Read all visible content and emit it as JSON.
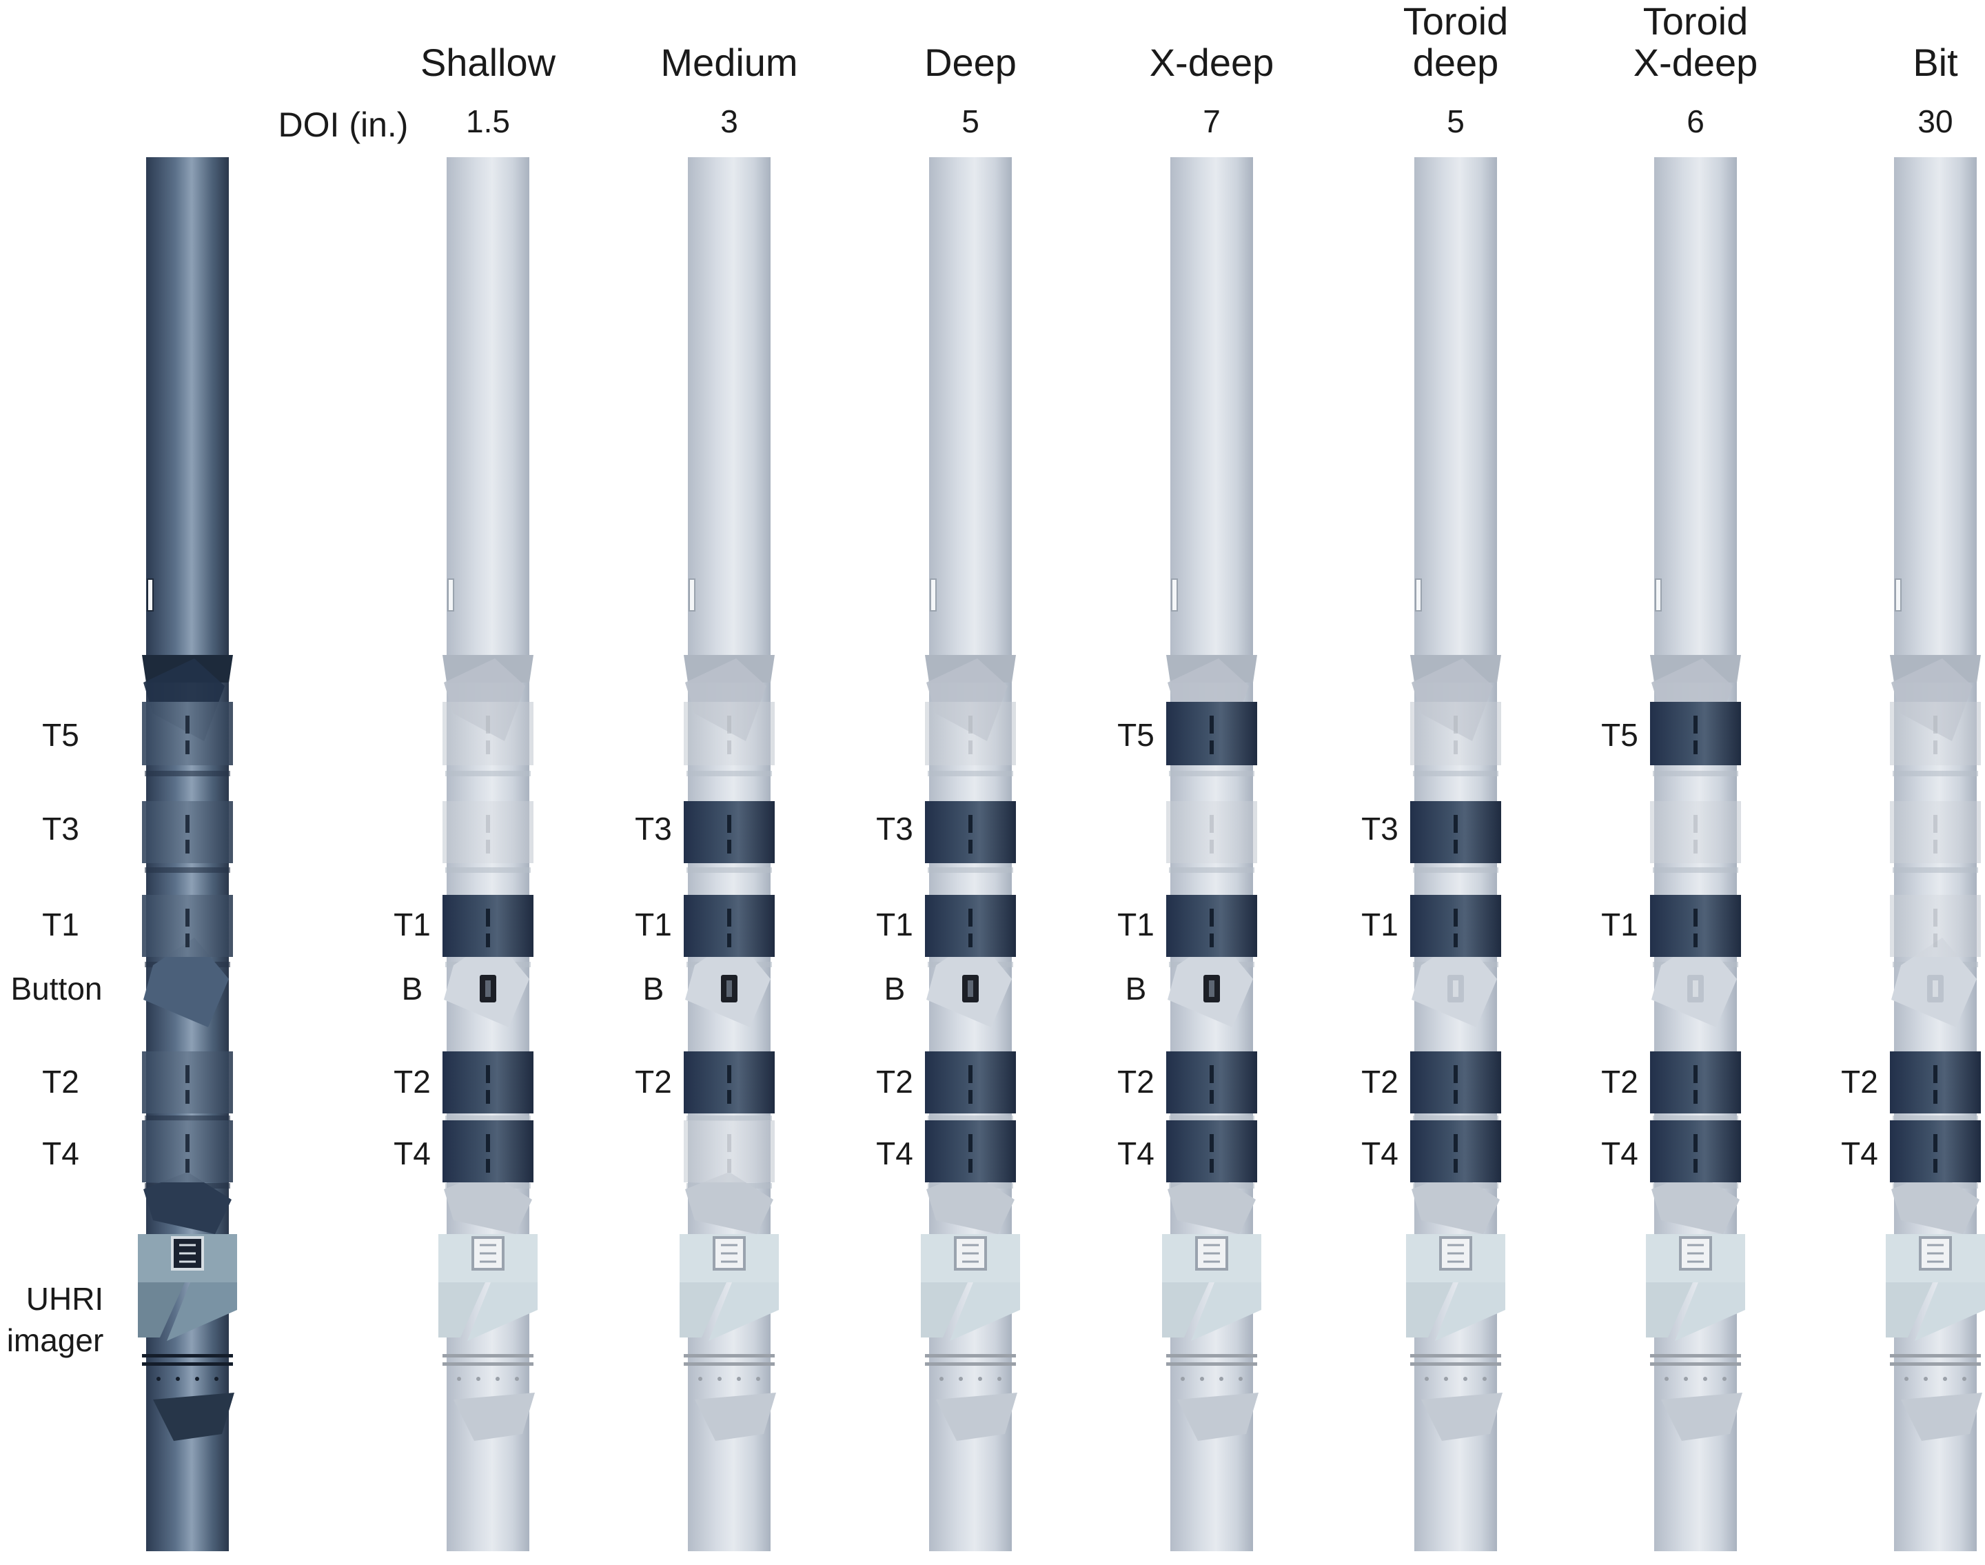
{
  "doi_label": "DOI (in.)",
  "reference_tool": {
    "labels": {
      "T5": "T5",
      "T3": "T3",
      "T1": "T1",
      "Button": "Button",
      "T2": "T2",
      "T4": "T4",
      "UHRI_line1": "UHRI",
      "UHRI_line2": "imager"
    }
  },
  "modes": [
    {
      "name_lines": [
        "Shallow"
      ],
      "doi": "1.5",
      "active": {
        "T5": false,
        "T3": false,
        "T1": true,
        "B": true,
        "T2": true,
        "T4": true
      }
    },
    {
      "name_lines": [
        "Medium"
      ],
      "doi": "3",
      "active": {
        "T5": false,
        "T3": true,
        "T1": true,
        "B": true,
        "T2": true,
        "T4": false
      }
    },
    {
      "name_lines": [
        "Deep"
      ],
      "doi": "5",
      "active": {
        "T5": false,
        "T3": true,
        "T1": true,
        "B": true,
        "T2": true,
        "T4": true
      }
    },
    {
      "name_lines": [
        "X-deep"
      ],
      "doi": "7",
      "active": {
        "T5": true,
        "T3": false,
        "T1": true,
        "B": true,
        "T2": true,
        "T4": true
      }
    },
    {
      "name_lines": [
        "Toroid",
        "deep"
      ],
      "doi": "5",
      "active": {
        "T5": false,
        "T3": true,
        "T1": true,
        "B": false,
        "T2": true,
        "T4": true
      }
    },
    {
      "name_lines": [
        "Toroid",
        "X-deep"
      ],
      "doi": "6",
      "active": {
        "T5": true,
        "T3": false,
        "T1": true,
        "B": false,
        "T2": true,
        "T4": true
      }
    },
    {
      "name_lines": [
        "Bit"
      ],
      "doi": "30",
      "active": {
        "T5": false,
        "T3": false,
        "T1": false,
        "B": false,
        "T2": true,
        "T4": true
      }
    }
  ],
  "sensor_labels": {
    "T5": "T5",
    "T3": "T3",
    "T1": "T1",
    "B": "B",
    "T2": "T2",
    "T4": "T4"
  },
  "colors": {
    "active_band": "#2e3d52",
    "reference_tool": "#3c4f68",
    "inactive_tool": "#c9cfd8",
    "imager_pad": "#d5e0e5"
  }
}
